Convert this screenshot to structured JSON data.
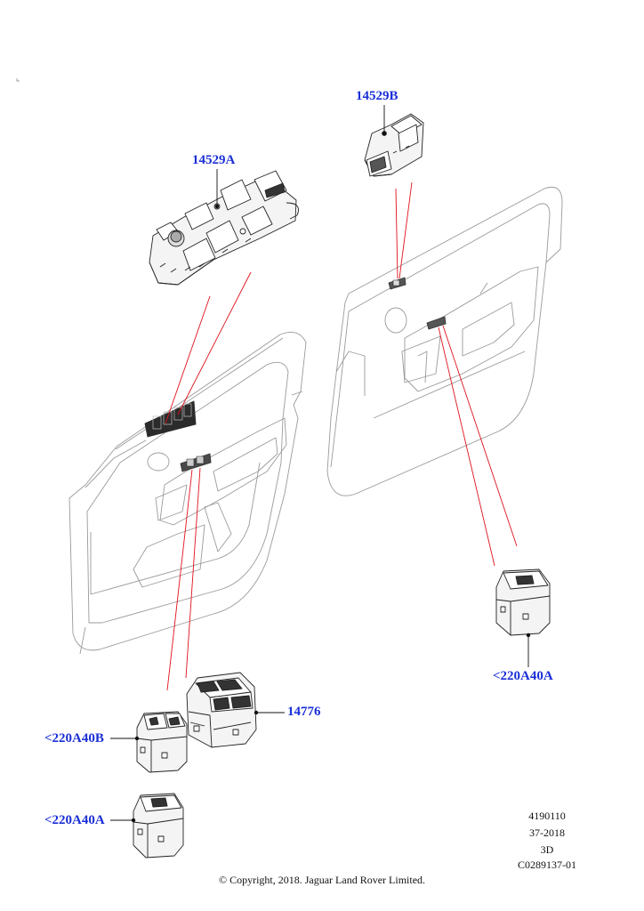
{
  "callouts": {
    "c14529a": "14529A",
    "c14529b": "14529B",
    "c14776": "14776",
    "c220a40b": "<220A40B",
    "c220a40a_left": "<220A40A",
    "c220a40a_right": "<220A40A"
  },
  "drawing_info": {
    "line1": "4190110",
    "line2": "37-2018",
    "line3": "3D",
    "line4": "C0289137-01"
  },
  "copyright": "© Copyright, 2018. Jaguar Land Rover Limited.",
  "colors": {
    "callout_text": "#1a2fd6",
    "leader_red": "#e0101a",
    "line_art": "#333333"
  }
}
